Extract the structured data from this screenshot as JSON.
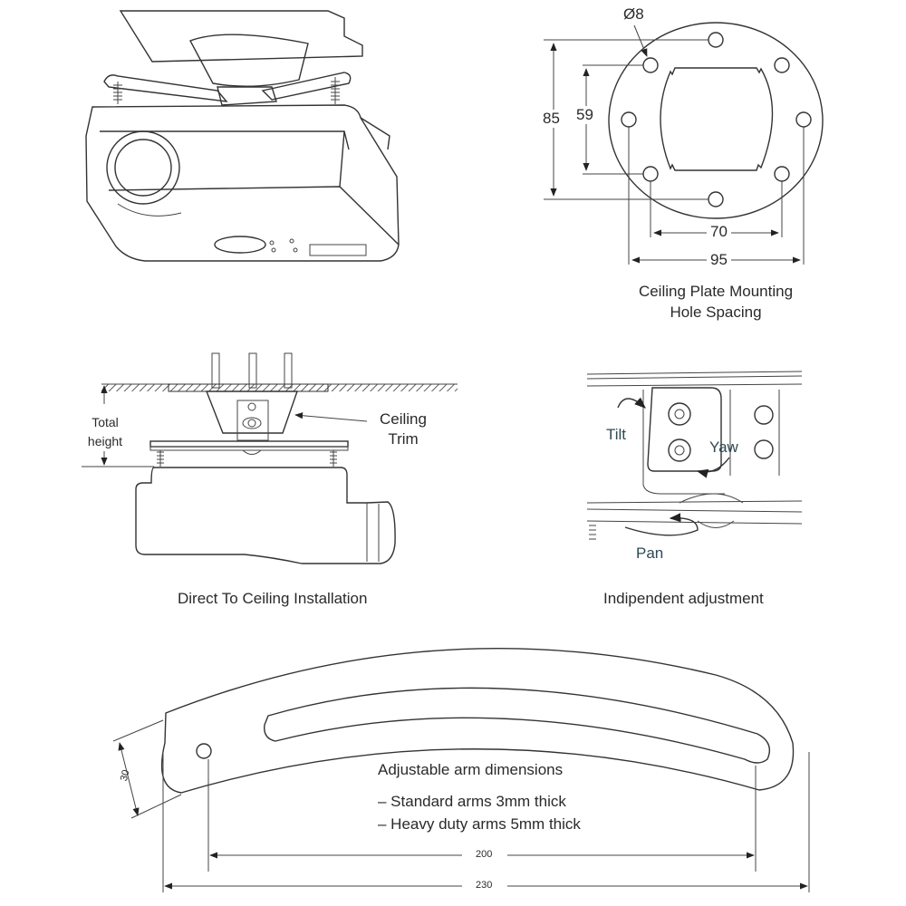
{
  "panels": {
    "iso_view": {
      "name": "Projector with ceiling mount (isometric)"
    },
    "ceiling_plate": {
      "hole_diameter": "Ø8",
      "dim_vertical_outer": "85",
      "dim_vertical_inner": "59",
      "dim_horizontal_inner": "70",
      "dim_horizontal_outer": "95",
      "caption_line1": "Ceiling Plate Mounting",
      "caption_line2": "Hole Spacing"
    },
    "direct_ceiling": {
      "total_height_line1": "Total",
      "total_height_line2": "height",
      "trim_line1": "Ceiling",
      "trim_line2": "Trim",
      "caption": "Direct To Ceiling Installation"
    },
    "adjustment": {
      "tilt": "Tilt",
      "yaw": "Yaw",
      "pan": "Pan",
      "caption": "Indipendent adjustment"
    },
    "arm": {
      "title": "Adjustable arm dimensions",
      "note1": "– Standard arms 3mm thick",
      "note2": "– Heavy duty arms 5mm thick",
      "dim_width": "30",
      "dim_inner": "200",
      "dim_outer": "230"
    }
  }
}
